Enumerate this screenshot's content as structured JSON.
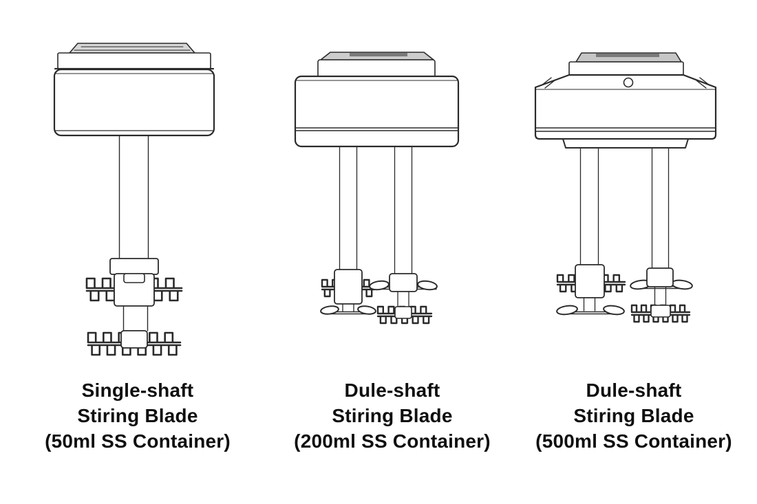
{
  "figures": [
    {
      "name": "single-shaft-50ml",
      "caption_lines": [
        "Single-shaft",
        "Stiring Blade",
        "(50ml SS Container)"
      ]
    },
    {
      "name": "dual-shaft-200ml",
      "caption_lines": [
        "Dule-shaft",
        "Stiring Blade",
        "(200ml SS Container)"
      ]
    },
    {
      "name": "dual-shaft-500ml",
      "caption_lines": [
        "Dule-shaft",
        "Stiring Blade",
        "(500ml SS Container)"
      ]
    }
  ],
  "colors": {
    "background": "#ffffff",
    "line": "#2a2a2a",
    "cap_fill": "#d2d2d2",
    "cap_dark_band": "#7a7a7a",
    "text": "#0f0f0f"
  }
}
